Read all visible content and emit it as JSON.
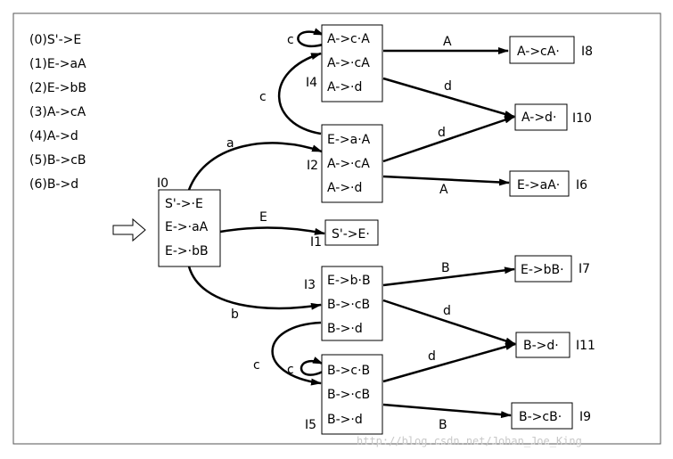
{
  "grammar": [
    "(0)S'->E",
    "(1)E->aA",
    "(2)E->bB",
    "(3)A->cA",
    "(4)A->d",
    "(5)B->cB",
    "(6)B->d"
  ],
  "states": {
    "I0": {
      "name": "I0",
      "items": [
        "S'->·E",
        "E->·aA",
        "E->·bB"
      ]
    },
    "I1": {
      "name": "I1",
      "items": [
        "S'->E·"
      ]
    },
    "I2": {
      "name": "I2",
      "items": [
        "E->a·A",
        "A->·cA",
        "A->·d"
      ]
    },
    "I3": {
      "name": "I3",
      "items": [
        "E->b·B",
        "B->·cB",
        "B->·d"
      ]
    },
    "I4": {
      "name": "I4",
      "items": [
        "A->c·A",
        "A->·cA",
        "A->·d"
      ]
    },
    "I5": {
      "name": "I5",
      "items": [
        "B->c·B",
        "B->·cB",
        "B->·d"
      ]
    },
    "I6": {
      "name": "I6",
      "items": [
        "E->aA·"
      ]
    },
    "I7": {
      "name": "I7",
      "items": [
        "E->bB·"
      ]
    },
    "I8": {
      "name": "I8",
      "items": [
        "A->cA·"
      ]
    },
    "I9": {
      "name": "I9",
      "items": [
        "B->cB·"
      ]
    },
    "I10": {
      "name": "I10",
      "items": [
        "A->d·"
      ]
    },
    "I11": {
      "name": "I11",
      "items": [
        "B->d·"
      ]
    }
  },
  "edges": {
    "i0_i1": "E",
    "i0_i2": "a",
    "i0_i3": "b",
    "i2_i4": "c",
    "i4_i4": "c",
    "i4_i8": "A",
    "i4_i10": "d",
    "i2_i10": "d",
    "i2_i6": "A",
    "i3_i7": "B",
    "i3_i11": "d",
    "i3_i5": "c",
    "i5_i5": "c",
    "i5_i11": "d",
    "i5_i9": "B"
  },
  "watermark": "http://blog.csdn.net/Johan_Joe_King"
}
